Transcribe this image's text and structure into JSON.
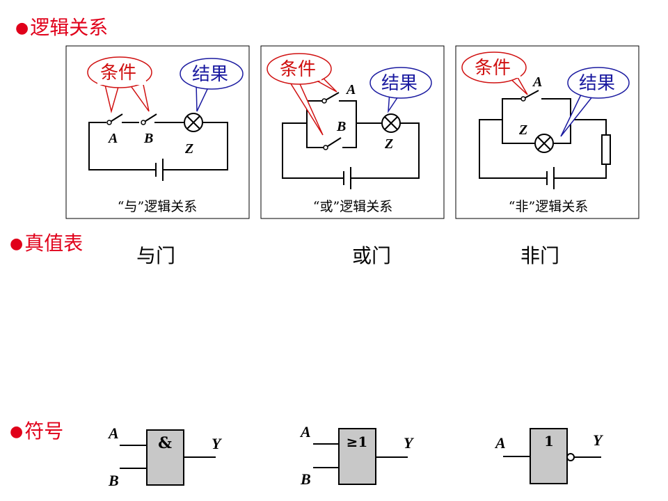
{
  "sections": {
    "logic": "逻辑关系",
    "truth": "真值表",
    "symbol": "符号"
  },
  "bullet": "●",
  "panels": [
    {
      "caption": "“与”逻辑关系",
      "condition": "条件",
      "result": "结果",
      "labels": [
        "A",
        "B",
        "Z"
      ]
    },
    {
      "caption": "“或”逻辑关系",
      "condition": "条件",
      "result": "结果",
      "labels": [
        "A",
        "B",
        "Z"
      ]
    },
    {
      "caption": "“非”逻辑关系",
      "condition": "条件",
      "result": "结果",
      "labels": [
        "A",
        "Z"
      ]
    }
  ],
  "gates": [
    {
      "name": "与门",
      "symbol": "&",
      "inputs": [
        "A",
        "B"
      ],
      "output": "Y"
    },
    {
      "name": "或门",
      "symbol": "≥1",
      "inputs": [
        "A",
        "B"
      ],
      "output": "Y"
    },
    {
      "name": "非门",
      "symbol": "1",
      "inputs": [
        "A"
      ],
      "output": "Y"
    }
  ],
  "colors": {
    "heading": "#e0001a",
    "condition": "#d01010",
    "result": "#1a1aa0",
    "gate_fill": "#c8c8c8"
  }
}
